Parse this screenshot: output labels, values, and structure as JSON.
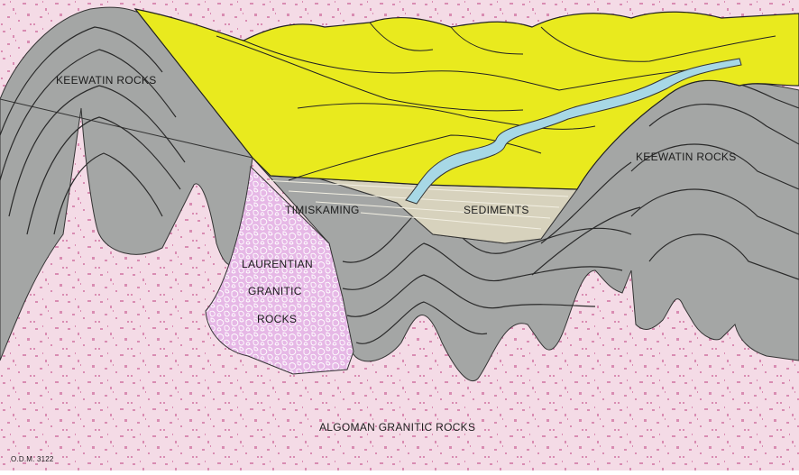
{
  "labels": {
    "keewatin_left": "KEEWATIN ROCKS",
    "keewatin_right": "KEEWATIN ROCKS",
    "timiskaming": "TIMISKAMING",
    "sediments": "SEDIMENTS",
    "laurentian_line1": "LAURENTIAN",
    "laurentian_line2": "GRANITIC",
    "laurentian_line3": "ROCKS",
    "algoman": "ALGOMAN GRANITIC ROCKS",
    "figure_code": "O.D.M. 3122"
  },
  "colors": {
    "algoman_granite": "#f4dbe6",
    "algoman_speckle": "#d98cb2",
    "laurentian_granite": "#e6b8e6",
    "laurentian_pattern": "#ffffff",
    "keewatin_volcanics": "#a4a6a5",
    "fold_lines": "#2a2a2a",
    "timiskaming_sediments": "#d7d2bd",
    "overburden_surface": "#e9ea1e",
    "river": "#a7d8e6"
  }
}
